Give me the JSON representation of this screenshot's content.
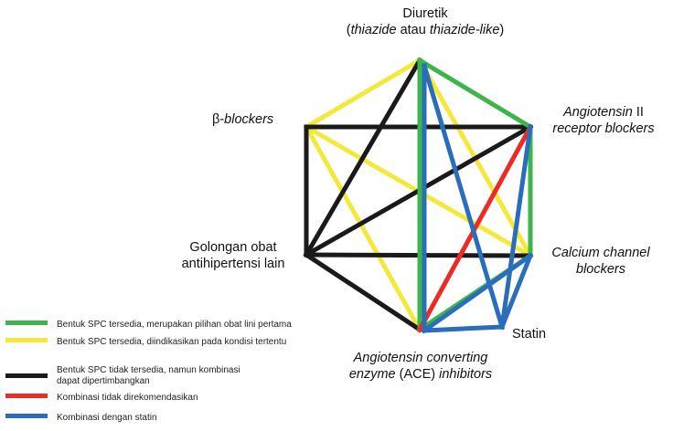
{
  "nodes": {
    "diuretik": {
      "line1": "Diuretik",
      "line2_pre": "(",
      "line2_i1": "thiazide",
      "line2_mid": " atau ",
      "line2_i2": "thiazide-like",
      "line2_post": ")"
    },
    "arb": {
      "line1_i": "Angiotensin",
      "line1_rest": " II",
      "line2": "receptor blockers"
    },
    "beta": {
      "prefix": "β-",
      "italic": "blockers"
    },
    "other": {
      "line1": "Golongan obat",
      "line2": "antihipertensi lain"
    },
    "ccb": {
      "line1": "Calcium channel",
      "line2": "blockers"
    },
    "statin": {
      "label": "Statin"
    },
    "ace": {
      "line1": "Angiotensin converting",
      "line2_i": "enzyme",
      "line2_mid": " (ACE) ",
      "line2_i2": "inhibitors"
    }
  },
  "colors": {
    "green": "#3db54a",
    "yellow": "#f2e93a",
    "black": "#1a1a1a",
    "red": "#ee2a24",
    "blue": "#2a6ebb"
  },
  "edges": [
    {
      "from": "D",
      "to": "B",
      "color": "yellow"
    },
    {
      "from": "B",
      "to": "C",
      "color": "yellow"
    },
    {
      "from": "B",
      "to": "E",
      "color": "yellow"
    },
    {
      "from": "D",
      "to": "C",
      "color": "yellow"
    },
    {
      "from": "B",
      "to": "A",
      "color": "black"
    },
    {
      "from": "B",
      "to": "O",
      "color": "black"
    },
    {
      "from": "O",
      "to": "C",
      "color": "black"
    },
    {
      "from": "O",
      "to": "E",
      "color": "black"
    },
    {
      "from": "O",
      "to": "D",
      "color": "black"
    },
    {
      "from": "O",
      "to": "A",
      "color": "black"
    },
    {
      "from": "D",
      "to": "A",
      "color": "green"
    },
    {
      "from": "A",
      "to": "C",
      "color": "green"
    },
    {
      "from": "D",
      "to": "E",
      "color": "green"
    },
    {
      "from": "E",
      "to": "C",
      "color": "green"
    },
    {
      "from": "E",
      "to": "A",
      "color": "red"
    },
    {
      "from": "D2",
      "to": "E2",
      "color": "blue"
    },
    {
      "from": "D2",
      "to": "S",
      "color": "blue"
    },
    {
      "from": "A",
      "to": "S",
      "color": "blue"
    },
    {
      "from": "C",
      "to": "S",
      "color": "blue"
    },
    {
      "from": "C",
      "to": "E2",
      "color": "blue"
    },
    {
      "from": "E2",
      "to": "S",
      "color": "blue"
    }
  ],
  "legend": [
    {
      "color": "green",
      "text": "Bentuk SPC tersedia, merupakan pilihan obat lini pertama"
    },
    {
      "color": "yellow",
      "text": "Bentuk SPC tersedia, diindikasikan pada kondisi tertentu"
    },
    {
      "color": "black",
      "text": "Bentuk SPC tidak tersedia, namun kombinasi dapat dipertimbangkan"
    },
    {
      "color": "red",
      "text": "Kombinasi tidak direkomendasikan"
    },
    {
      "color": "blue",
      "text": "Kombinasi dengan statin"
    }
  ]
}
